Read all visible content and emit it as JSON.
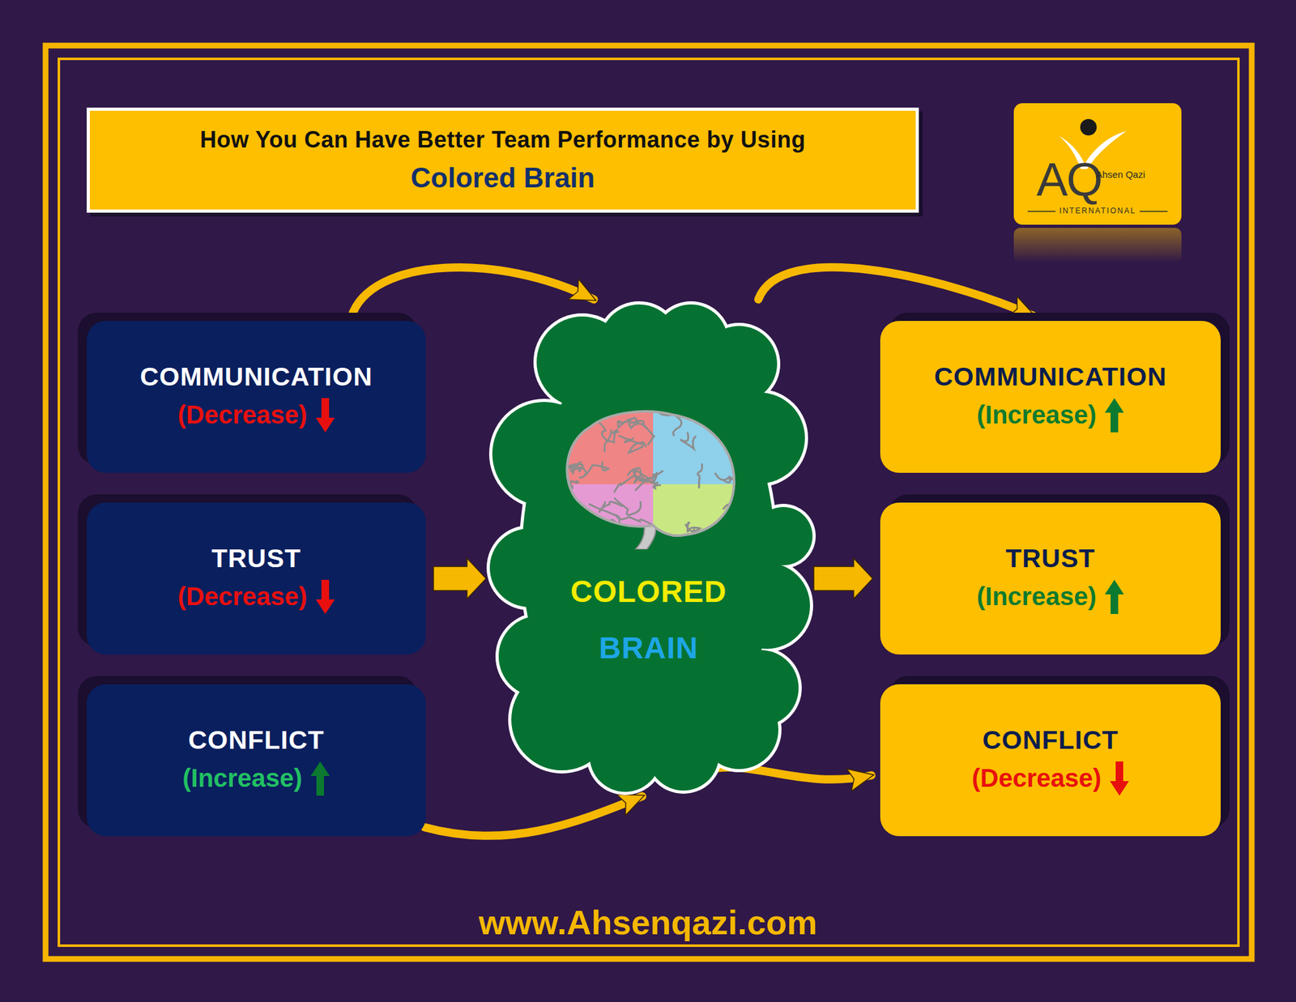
{
  "diagram": {
    "nodes": [
      {
        "text": [
          "How You Can Have Better Team Performance by Using",
          "Colored Brain"
        ]
      },
      {
        "text": [
          "AQ",
          "Ahsen Qazi",
          "INTERNATIONAL"
        ]
      },
      {
        "text": [
          "COMMUNICATION",
          "(Decrease)"
        ]
      },
      {
        "text": [
          "TRUST",
          "(Decrease)"
        ]
      },
      {
        "text": [
          "CONFLICT",
          "(Increase)"
        ]
      },
      {
        "text": [
          "COLORED",
          "BRAIN"
        ]
      },
      {
        "text": [
          "COMMUNICATION",
          "(Increase)"
        ]
      },
      {
        "text": [
          "TRUST",
          "(Increase)"
        ]
      },
      {
        "text": [
          "CONFLICT",
          "(Decrease)"
        ]
      }
    ],
    "edges": [
      {
        "from": 2,
        "to": 5,
        "arrow": "to"
      },
      {
        "from": 3,
        "to": 5,
        "arrow": "to"
      },
      {
        "from": 4,
        "to": 5,
        "arrow": "to"
      },
      {
        "from": 5,
        "to": 6,
        "arrow": "to"
      },
      {
        "from": 5,
        "to": 7,
        "arrow": "to"
      },
      {
        "from": 5,
        "to": 8,
        "arrow": "to"
      }
    ],
    "labels": [
      "www.Ahsenqazi.com"
    ]
  }
}
